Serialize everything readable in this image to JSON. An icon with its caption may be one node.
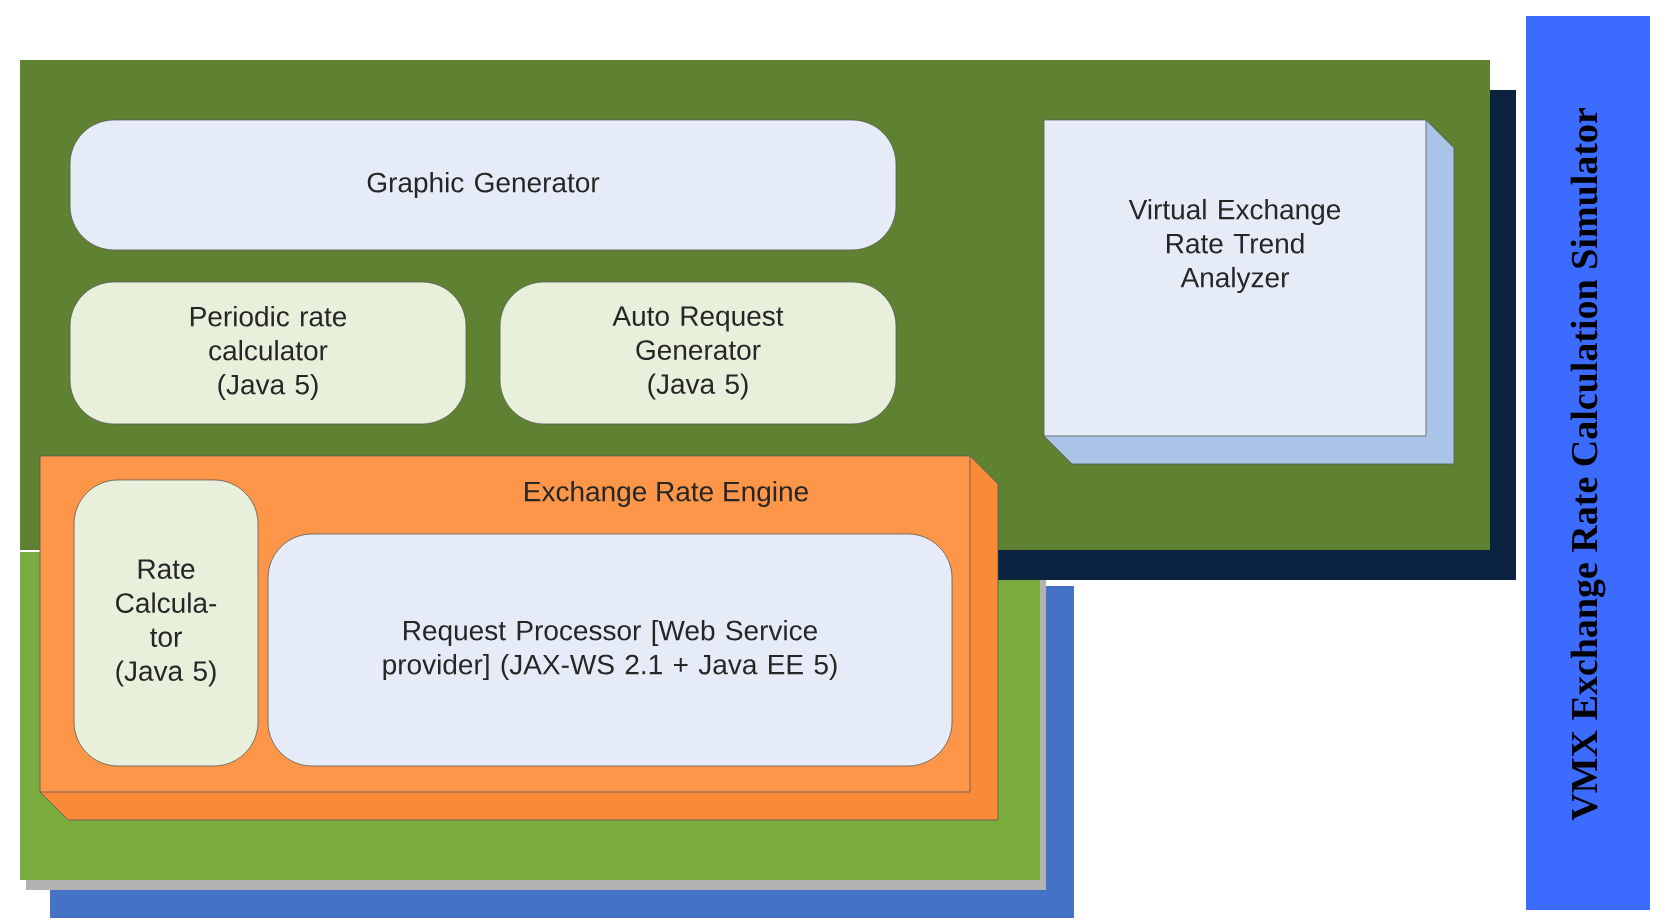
{
  "diagram": {
    "title": "VMX Exchange Rate Calculation Simulator",
    "nodes": [
      {
        "text": [
          "Graphic Generator"
        ]
      },
      {
        "text": [
          "Periodic rate calculator (Java 5)"
        ]
      },
      {
        "text": [
          "Auto Request Generator (Java 5)"
        ]
      },
      {
        "text": [
          "Virtual Exchange Rate Trend Analyzer"
        ]
      },
      {
        "text": [
          "Exchange Rate Engine"
        ]
      },
      {
        "text": [
          "Rate Calcula- tor (Java 5)"
        ],
        "in": 4
      },
      {
        "text": [
          "Request Processor [Web Service provider] (JAX-WS 2.1 + Java EE 5)"
        ],
        "in": 4
      }
    ]
  }
}
